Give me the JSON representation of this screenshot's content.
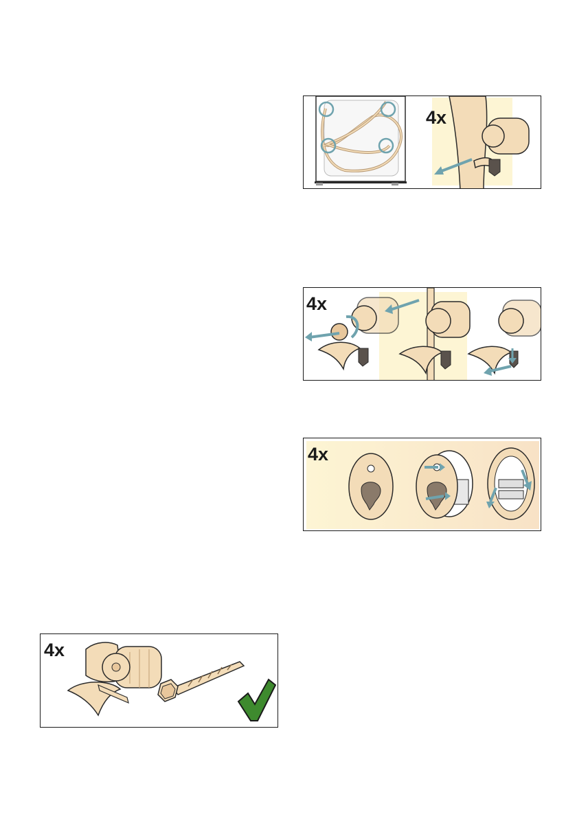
{
  "page": {
    "figures": [
      {
        "id": "fig-1",
        "count_label": "4x",
        "description_icons": [
          "machine-rear-icon",
          "hose-clip-icon",
          "pull-arrow-icon"
        ]
      },
      {
        "id": "fig-2",
        "count_label": "4x",
        "description_icons": [
          "transport-bolt-icon",
          "rotate-arrow-icon",
          "pull-arrow-icon"
        ]
      },
      {
        "id": "fig-3",
        "count_label": "4x",
        "description_icons": [
          "cover-cap-icon",
          "insert-arrow-icon"
        ]
      },
      {
        "id": "fig-4",
        "count_label": "4x",
        "description_icons": [
          "transport-bolt-icon",
          "screw-icon",
          "checkmark-icon"
        ]
      }
    ]
  },
  "colors": {
    "part": "#f3dcb8",
    "part_outline": "#2a2a2a",
    "highlight_bg": "#fdf5d4",
    "arrow": "#6fa3ae",
    "dark_part": "#5a524c",
    "check": "#3e8a2e"
  }
}
